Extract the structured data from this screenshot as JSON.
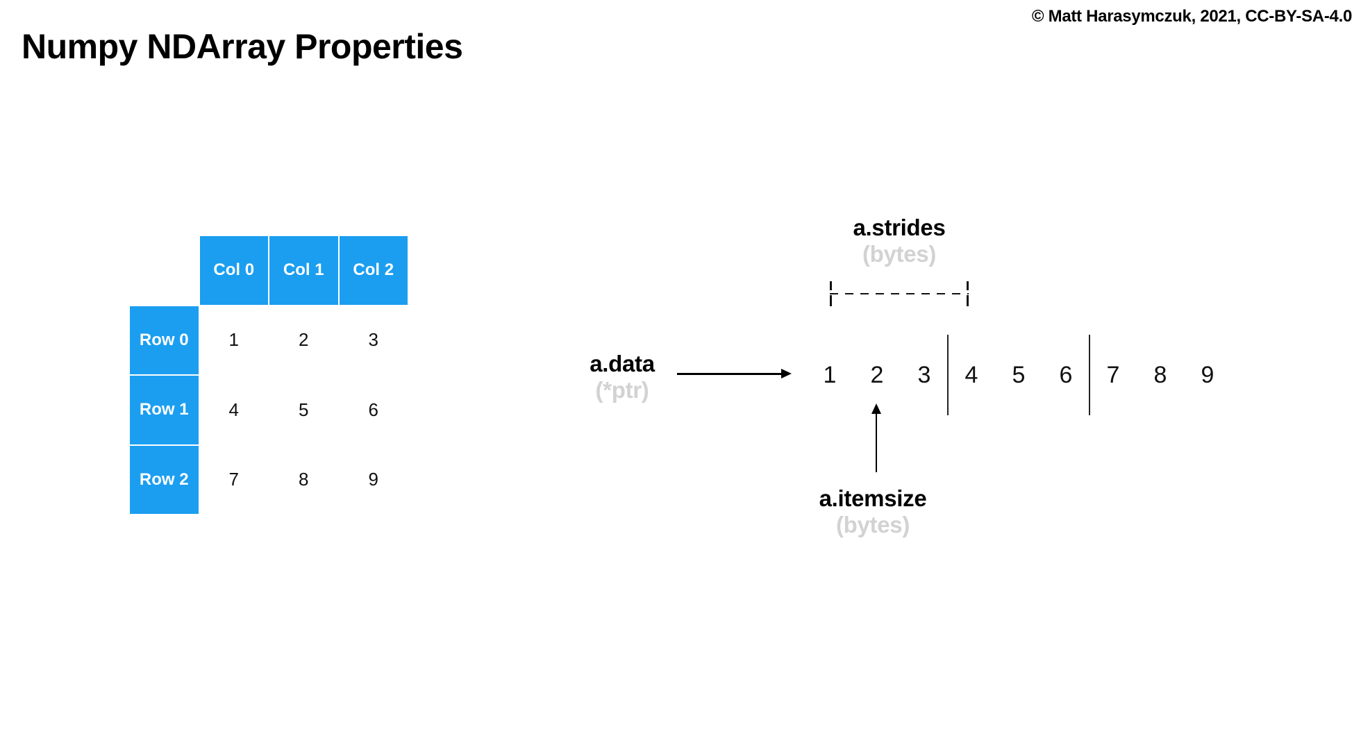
{
  "header": {
    "title": "Numpy NDArray Properties",
    "copyright": "© Matt Harasymczuk, 2021, CC-BY-SA-4.0"
  },
  "table": {
    "col_headers": [
      "Col 0",
      "Col 1",
      "Col 2"
    ],
    "row_headers": [
      "Row 0",
      "Row 1",
      "Row 2"
    ],
    "values": [
      [
        "1",
        "2",
        "3"
      ],
      [
        "4",
        "5",
        "6"
      ],
      [
        "7",
        "8",
        "9"
      ]
    ]
  },
  "memory": {
    "cells": [
      "1",
      "2",
      "3",
      "4",
      "5",
      "6",
      "7",
      "8",
      "9"
    ],
    "labels": {
      "data": {
        "main": "a.data",
        "sub": "(*ptr)"
      },
      "strides": {
        "main": "a.strides",
        "sub": "(bytes)"
      },
      "itemsize": {
        "main": "a.itemsize",
        "sub": "(bytes)"
      }
    }
  },
  "colors": {
    "accent_blue": "#1b9ef0",
    "muted_gray": "#d2d2d2"
  }
}
